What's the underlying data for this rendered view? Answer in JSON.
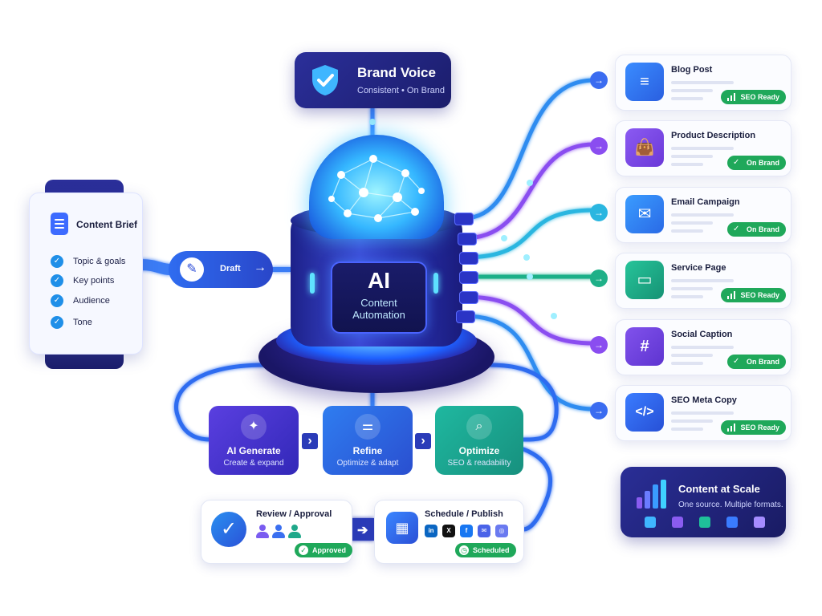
{
  "brand_voice": {
    "title": "Brand Voice",
    "subtitle": "Consistent • On Brand"
  },
  "content_brief": {
    "title": "Content Brief",
    "items": [
      "Topic & goals",
      "Key points",
      "Audience",
      "Tone"
    ]
  },
  "draft": {
    "label": "Draft"
  },
  "core": {
    "title": "AI",
    "line1": "Content",
    "line2": "Automation"
  },
  "stages": [
    {
      "title": "AI Generate",
      "subtitle": "Create & expand",
      "icon": "sparkle-icon"
    },
    {
      "title": "Refine",
      "subtitle": "Optimize & adapt",
      "icon": "sliders-icon"
    },
    {
      "title": "Optimize",
      "subtitle": "SEO & readability",
      "icon": "magnifier-icon"
    }
  ],
  "review": {
    "title": "Review / Approval",
    "badge": "Approved"
  },
  "schedule": {
    "title": "Schedule / Publish",
    "badge": "Scheduled",
    "channels": [
      "in",
      "X",
      "f",
      "✉",
      "◎"
    ]
  },
  "outputs": [
    {
      "title": "Blog Post",
      "badge": "SEO Ready",
      "icon": "document-icon",
      "color": "#2f7df0"
    },
    {
      "title": "Product Description",
      "badge": "On Brand",
      "icon": "shopping-bag-icon",
      "color": "#7a45e0"
    },
    {
      "title": "Email Campaign",
      "badge": "On Brand",
      "icon": "envelope-icon",
      "color": "#2a86f0"
    },
    {
      "title": "Service Page",
      "badge": "SEO Ready",
      "icon": "browser-window-icon",
      "color": "#1fb088"
    },
    {
      "title": "Social Caption",
      "badge": "On Brand",
      "icon": "hashtag-icon",
      "color": "#7040dc"
    },
    {
      "title": "SEO Meta Copy",
      "badge": "SEO Ready",
      "icon": "code-icon",
      "color": "#2d6ae8"
    }
  ],
  "scale": {
    "title": "Content at Scale",
    "subtitle": "One source. Multiple formats."
  },
  "colors": {
    "navy": "#1b1d6b",
    "blue": "#2f6cf0",
    "cyan": "#35b7ff",
    "green": "#1fa85a",
    "purple": "#7a45e0",
    "teal": "#1fb088"
  }
}
